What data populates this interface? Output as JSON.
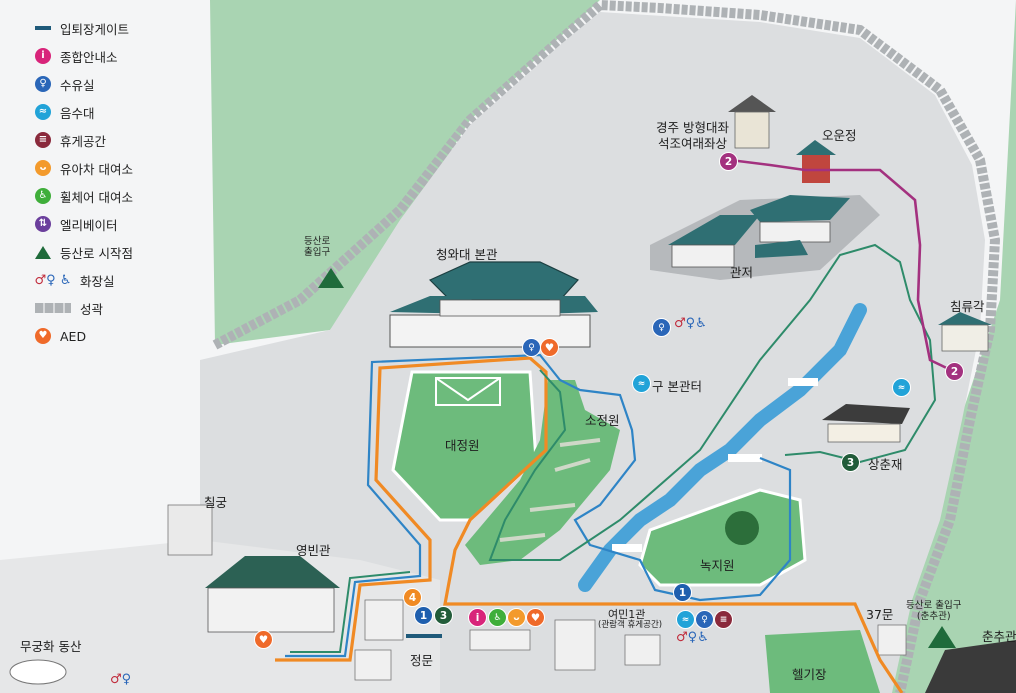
{
  "legend": [
    {
      "label": "입퇴장게이트",
      "icon": "gate-line-icon"
    },
    {
      "label": "종합안내소",
      "icon": "info-icon"
    },
    {
      "label": "수유실",
      "icon": "nursing-room-icon"
    },
    {
      "label": "음수대",
      "icon": "water-fountain-icon"
    },
    {
      "label": "휴게공간",
      "icon": "rest-area-icon"
    },
    {
      "label": "유아차 대여소",
      "icon": "stroller-icon"
    },
    {
      "label": "휠체어 대여소",
      "icon": "wheelchair-icon"
    },
    {
      "label": "엘리베이터",
      "icon": "elevator-icon"
    },
    {
      "label": "등산로 시작점",
      "icon": "trailhead-icon"
    },
    {
      "label": "화장실",
      "icon": "restroom-icon"
    },
    {
      "label": "성곽",
      "icon": "fortress-wall-icon"
    },
    {
      "label": "AED",
      "icon": "aed-icon"
    }
  ],
  "places": {
    "main_hall": "청와대 본관",
    "great_garden": "대정원",
    "sojeongwon": "소정원",
    "old_main_hall": "구 본관터",
    "residence": "관저",
    "buddha": "경주 방형대좌\n석조여래좌상",
    "ounjeong": "오운정",
    "chimnyugak": "침류각",
    "sangchunjae": "상춘재",
    "nokjiwon": "녹지원",
    "chilgung": "칠궁",
    "yeongbingwan": "영빈관",
    "mugunghwa": "무궁화 동산",
    "main_gate": "정문",
    "yeomin": "여민1관",
    "yeomin_sub": "(관람객 휴게공간)",
    "gate37": "37문",
    "trail_left": "등산로\n출입구",
    "trail_right": "등산로 출입구\n(춘추관)",
    "chunchugwan": "춘추관",
    "heliport": "헬기장"
  },
  "badges": {
    "one": "1",
    "two": "2",
    "three": "3",
    "four": "4",
    "aed": "♥",
    "info": "i"
  },
  "colors": {
    "green_area": "#a9d4b2",
    "lawn": "#6dbb7c",
    "pavement": "#d6d8da",
    "wall": "#b9bcbf",
    "water": "#4aa3d8",
    "route_orange": "#f08a24",
    "route_blue": "#2e84c6",
    "route_teal": "#2e8b6a",
    "route_purple": "#a3317f",
    "roof": "#2f6f73"
  }
}
